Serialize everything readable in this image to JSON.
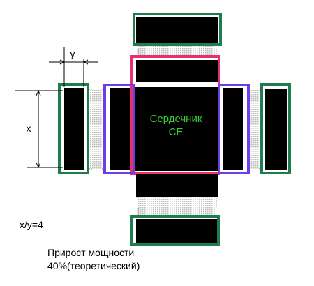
{
  "core_label_line1": "Сердечник",
  "core_label_line2": "CE",
  "dim_x_label": "x",
  "dim_y_label": "y",
  "ratio_label": "x/y=4",
  "gain_line1": "Прирост мощности",
  "gain_line2": "40%(теоретический)",
  "colors": {
    "core": "#000000",
    "core_text": "#3ccc3c",
    "green_frame": "#1e7d4e",
    "pink_frame": "#e8306b",
    "purple_frame": "#6a3fe6",
    "gap_fill": "#cfcfcf"
  }
}
